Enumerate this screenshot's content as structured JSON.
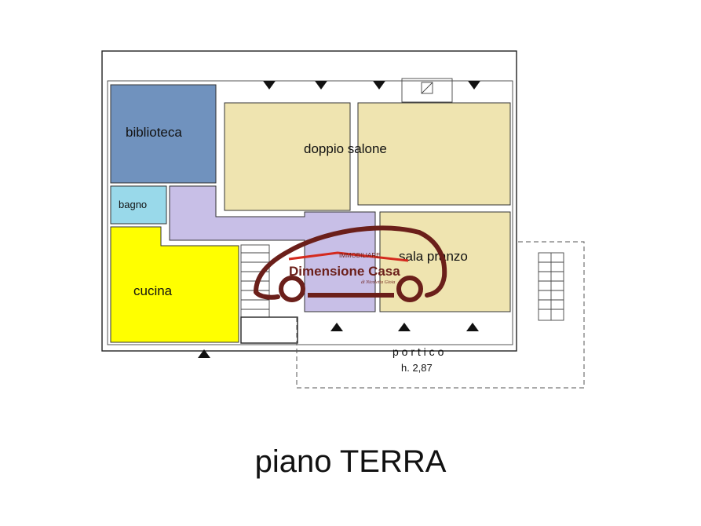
{
  "title": "piano TERRA",
  "rooms": {
    "biblioteca": "biblioteca",
    "doppio_salone": "doppio salone",
    "bagno": "bagno",
    "cucina": "cucina",
    "sala_pranzo": "sala pranzo",
    "portico": "p o r t i c o",
    "portico_height": "h. 2,87"
  },
  "watermark": {
    "brand": "Dimensione Casa",
    "tag": "IMMOBILIARE",
    "sub": "di Nicoletta Gioia"
  },
  "colors": {
    "biblioteca": "#7092be",
    "doppio_salone": "#efe4b0",
    "bagno": "#99d9ea",
    "cucina": "#ffff00",
    "corridoio": "#c8bfe7",
    "sala_pranzo": "#efe4b0",
    "logo": "#6b1f1a",
    "logo_red": "#d42a1e"
  }
}
